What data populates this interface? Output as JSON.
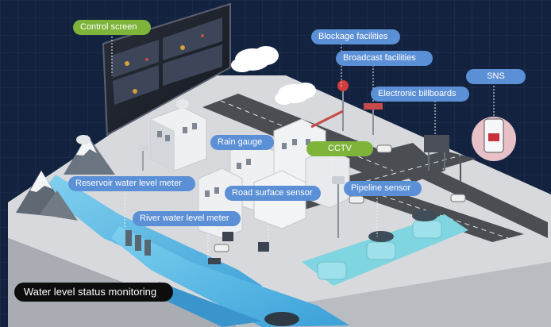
{
  "labels": {
    "control_screen": "Control screen",
    "blockage_facilities": "Blockage facilities",
    "broadcast_facilities": "Broadcast facilities",
    "electronic_billboards": "Electronic billboards",
    "sns": "SNS",
    "rain_gauge": "Rain gauge",
    "cctv": "CCTV",
    "reservoir_water_level_meter": "Reservoir water level meter",
    "road_surface_sensor": "Road surface sensor",
    "pipeline_sensor": "Pipeline sensor",
    "river_water_level_meter": "River water level meter"
  },
  "caption": "Water level status monitoring",
  "colors": {
    "background": "#13233f",
    "label_blue": "#5b8fd6",
    "label_green": "#7fb43a",
    "ground": "#d9dbde",
    "road": "#4a4d52",
    "water": "#5ab8e6"
  }
}
